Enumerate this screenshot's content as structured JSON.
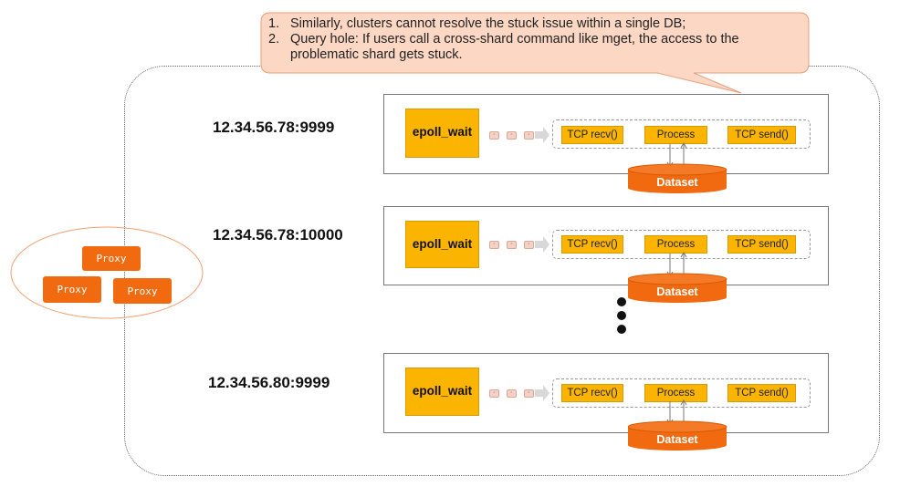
{
  "callout": {
    "items": [
      {
        "num": "1.",
        "text": "Similarly, clusters cannot resolve the stuck issue within a single DB;"
      },
      {
        "num": "2.",
        "text": "Query hole: If users call a cross-shard command like mget, the access to the problematic shard gets stuck."
      }
    ]
  },
  "servers": [
    {
      "address": "12.34.56.78:9999",
      "epoll": "epoll_wait",
      "recv": "TCP recv()",
      "process": "Process",
      "send": "TCP send()",
      "dataset": "Dataset"
    },
    {
      "address": "12.34.56.78:10000",
      "epoll": "epoll_wait",
      "recv": "TCP recv()",
      "process": "Process",
      "send": "TCP send()",
      "dataset": "Dataset"
    },
    {
      "address": "12.34.56.80:9999",
      "epoll": "epoll_wait",
      "recv": "TCP recv()",
      "process": "Process",
      "send": "TCP send()",
      "dataset": "Dataset"
    }
  ],
  "proxy": {
    "labels": [
      "Proxy",
      "Proxy",
      "Proxy"
    ]
  },
  "colors": {
    "accent_orange": "#f26a10",
    "process_yellow": "#fbb400",
    "callout_fill": "#fcd7c4",
    "callout_border": "#e8a07a"
  }
}
